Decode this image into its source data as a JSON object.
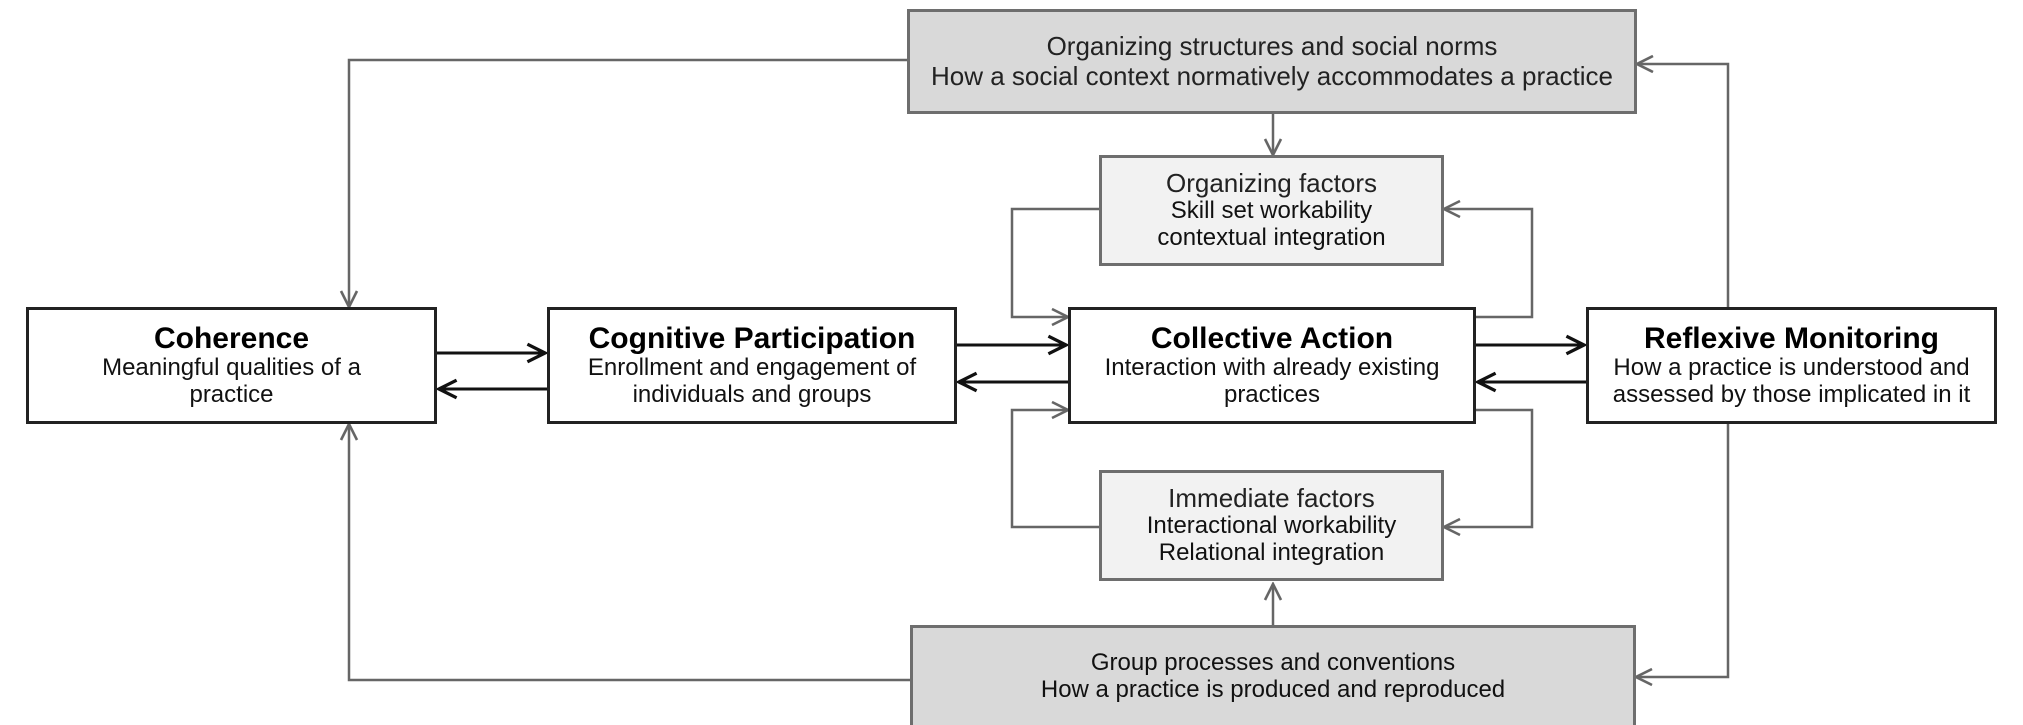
{
  "colors": {
    "main_border": "#222222",
    "connector": "#666666",
    "grey_fill": "#d9d9d9",
    "light_fill": "#f2f2f2"
  },
  "nodes": {
    "coherence": {
      "title": "Coherence",
      "lines": [
        "Meaningful qualities of a",
        "practice"
      ]
    },
    "cognitive": {
      "title": "Cognitive Participation",
      "lines": [
        "Enrollment and engagement of",
        "individuals and groups"
      ]
    },
    "collective": {
      "title": "Collective Action",
      "lines": [
        "Interaction with already existing",
        "practices"
      ]
    },
    "reflexive": {
      "title": "Reflexive Monitoring",
      "lines": [
        "How a practice is understood and",
        "assessed by those implicated in it"
      ]
    },
    "organizing_structures": {
      "lines": [
        "Organizing structures and social norms",
        "How a social context normatively accommodates a practice"
      ]
    },
    "organizing_factors": {
      "lines": [
        "Organizing factors",
        "Skill set workability",
        "contextual integration"
      ]
    },
    "immediate_factors": {
      "lines": [
        "Immediate factors",
        "Interactional workability",
        "Relational integration"
      ]
    },
    "group_processes": {
      "lines": [
        "Group processes and conventions",
        "How a practice is produced and reproduced"
      ]
    }
  }
}
